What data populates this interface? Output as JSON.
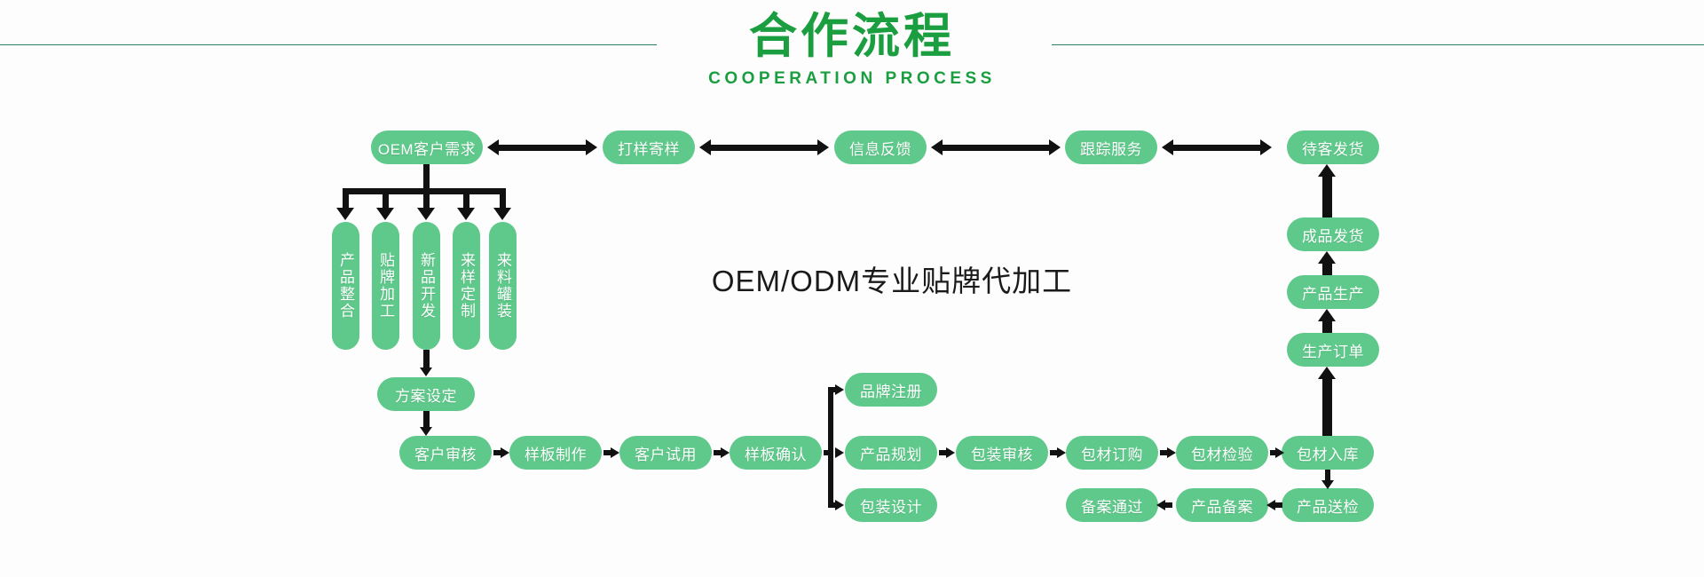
{
  "header": {
    "title": "合作流程",
    "subtitle": "COOPERATION PROCESS",
    "rule_color": "#2f7f63",
    "title_color": "#1a9e3f"
  },
  "centre": {
    "headline": "OEM/ODM专业贴牌代加工"
  },
  "theme": {
    "node_fill": "#5ec98a",
    "node_text": "#ffffff",
    "connector": "#111111"
  },
  "nodes": {
    "top_row": [
      {
        "id": "oem-demand",
        "label": "OEM客户需求"
      },
      {
        "id": "sampling",
        "label": "打样寄样"
      },
      {
        "id": "feedback",
        "label": "信息反馈"
      },
      {
        "id": "tracking",
        "label": "跟踪服务"
      },
      {
        "id": "await-shipment",
        "label": "待客发货"
      }
    ],
    "service_branches": [
      {
        "id": "product-integration",
        "label": "产品整合"
      },
      {
        "id": "oem-processing",
        "label": "贴牌加工"
      },
      {
        "id": "new-product-dev",
        "label": "新品开发"
      },
      {
        "id": "sample-custom",
        "label": "来样定制"
      },
      {
        "id": "material-filling",
        "label": "来料罐装"
      }
    ],
    "plan": {
      "id": "plan-setting",
      "label": "方案设定"
    },
    "main_row": [
      {
        "id": "customer-review",
        "label": "客户审核"
      },
      {
        "id": "sample-making",
        "label": "样板制作"
      },
      {
        "id": "customer-trial",
        "label": "客户试用"
      },
      {
        "id": "sample-confirm",
        "label": "样板确认"
      }
    ],
    "branch_three": [
      {
        "id": "brand-registration",
        "label": "品牌注册"
      },
      {
        "id": "product-planning",
        "label": "产品规划"
      },
      {
        "id": "package-design",
        "label": "包装设计"
      }
    ],
    "packaging_row": [
      {
        "id": "package-review",
        "label": "包装审核"
      },
      {
        "id": "material-order",
        "label": "包材订购"
      },
      {
        "id": "material-inspect",
        "label": "包材检验"
      },
      {
        "id": "material-storage",
        "label": "包材入库"
      }
    ],
    "filing_row": [
      {
        "id": "filing-passed",
        "label": "备案通过"
      },
      {
        "id": "product-filing",
        "label": "产品备案"
      },
      {
        "id": "product-testing",
        "label": "产品送检"
      }
    ],
    "right_column": [
      {
        "id": "finished-shipment",
        "label": "成品发货"
      },
      {
        "id": "production",
        "label": "产品生产"
      },
      {
        "id": "production-order",
        "label": "生产订单"
      }
    ]
  }
}
